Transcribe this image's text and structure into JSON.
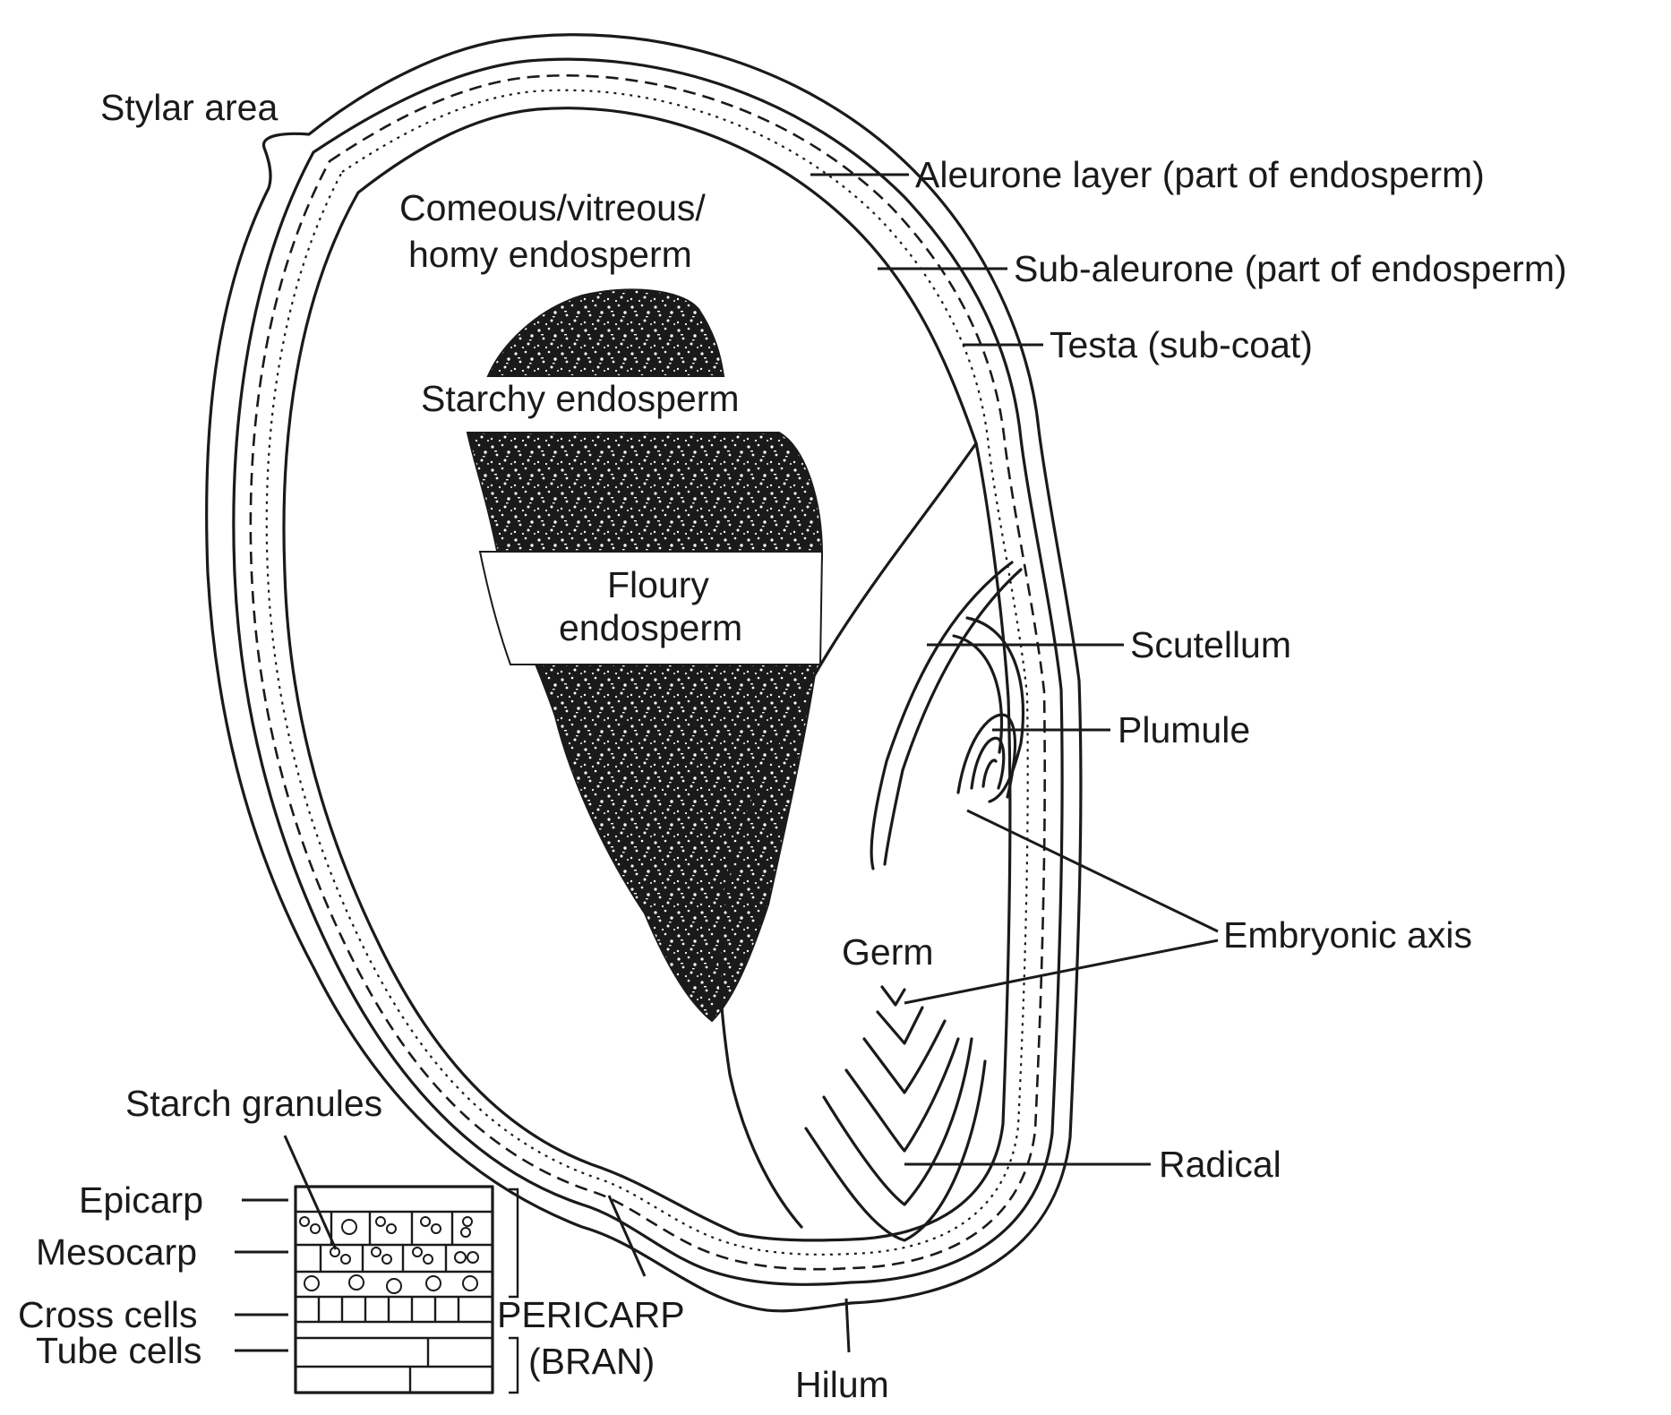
{
  "labels": {
    "stylar_area": "Stylar area",
    "aleurone": "Aleurone layer (part of endosperm)",
    "sub_aleurone": "Sub-aleurone (part of endosperm)",
    "testa": "Testa (sub-coat)",
    "corneous_line1": "Comeous/vitreous/",
    "corneous_line2": "homy endosperm",
    "starchy": "Starchy endosperm",
    "floury_line1": "Floury",
    "floury_line2": "endosperm",
    "scutellum": "Scutellum",
    "plumule": "Plumule",
    "embryonic_axis": "Embryonic axis",
    "germ": "Germ",
    "radical": "Radical",
    "hilum": "Hilum",
    "starch_granules": "Starch granules",
    "epicarp": "Epicarp",
    "mesocarp": "Mesocarp",
    "cross_cells": "Cross cells",
    "tube_cells": "Tube cells",
    "pericarp": "PERICARP",
    "bran": "(BRAN)"
  }
}
